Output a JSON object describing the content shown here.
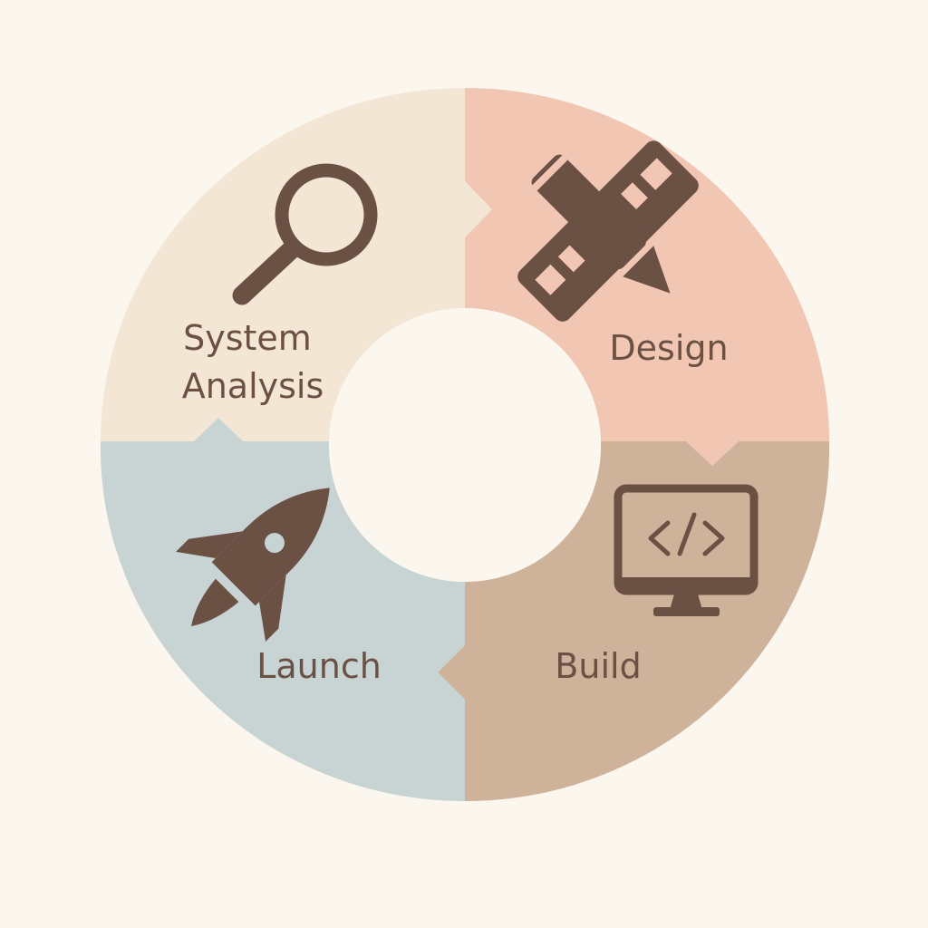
{
  "colors": {
    "background": "#FBF6EE",
    "icon_and_text": "#6B5044"
  },
  "stages": [
    {
      "id": "system-analysis",
      "label_lines": [
        "System",
        "Analysis"
      ],
      "icon": "magnifier-icon",
      "fill": "#F4E6D4"
    },
    {
      "id": "design",
      "label_lines": [
        "Design"
      ],
      "icon": "pencil-ruler-icon",
      "fill": "#F1C6B3"
    },
    {
      "id": "build",
      "label_lines": [
        "Build"
      ],
      "icon": "code-monitor-icon",
      "fill": "#CFB29A"
    },
    {
      "id": "launch",
      "label_lines": [
        "Launch"
      ],
      "icon": "rocket-icon",
      "fill": "#C8D3D3"
    }
  ]
}
